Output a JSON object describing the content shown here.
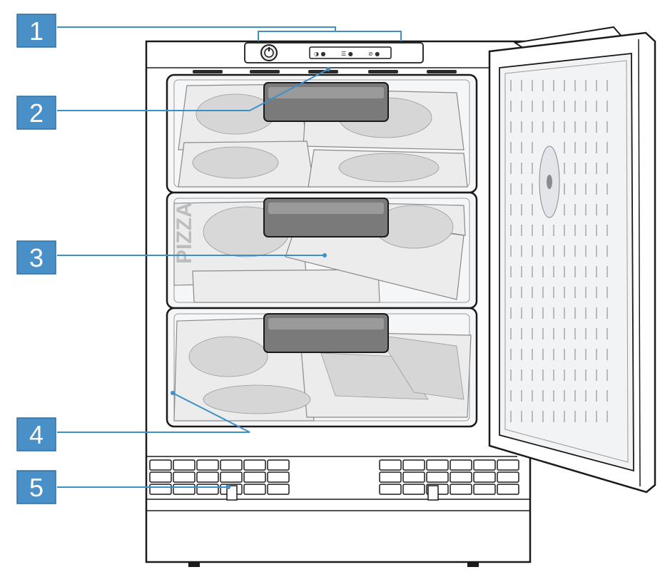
{
  "callouts": [
    {
      "number": "1",
      "part": "control-panel"
    },
    {
      "number": "2",
      "part": "interior-light"
    },
    {
      "number": "3",
      "part": "freezer-drawers"
    },
    {
      "number": "4",
      "part": "drawer-front-edge"
    },
    {
      "number": "5",
      "part": "ventilation-grille"
    }
  ],
  "drawer_box_text": "PIZZA",
  "control_panel_symbols": [
    "◑ ●",
    "☰ ●",
    "⊘ ●"
  ],
  "colors": {
    "callout_fill": "#4a90c8",
    "callout_line": "#3d8fc9",
    "outline": "#1a1a1a",
    "drawer_tint": "#f4f6f8"
  },
  "icons": {
    "temperature_dial": "dial-icon",
    "light": "light-icon"
  }
}
